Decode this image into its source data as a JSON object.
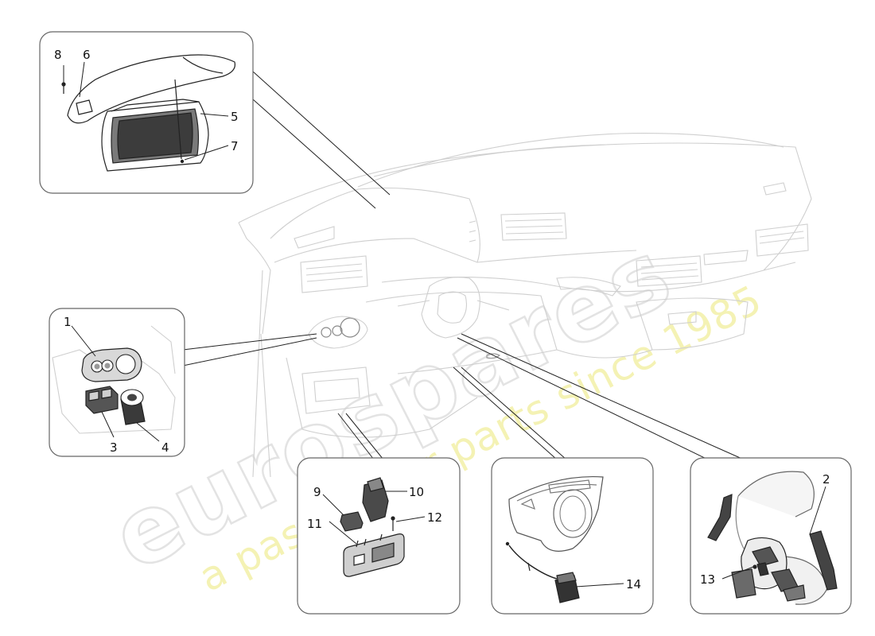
{
  "watermark": {
    "brand": "eurospares",
    "tagline": "a passion for parts since 1985"
  },
  "callouts": [
    "1",
    "2",
    "3",
    "4",
    "5",
    "6",
    "7",
    "8",
    "9",
    "10",
    "11",
    "12",
    "13",
    "14"
  ],
  "colors": {
    "line": "#222222",
    "faint": "#cfcfcf",
    "panel_border": "#666666",
    "tagline": "#f3f0a8"
  }
}
